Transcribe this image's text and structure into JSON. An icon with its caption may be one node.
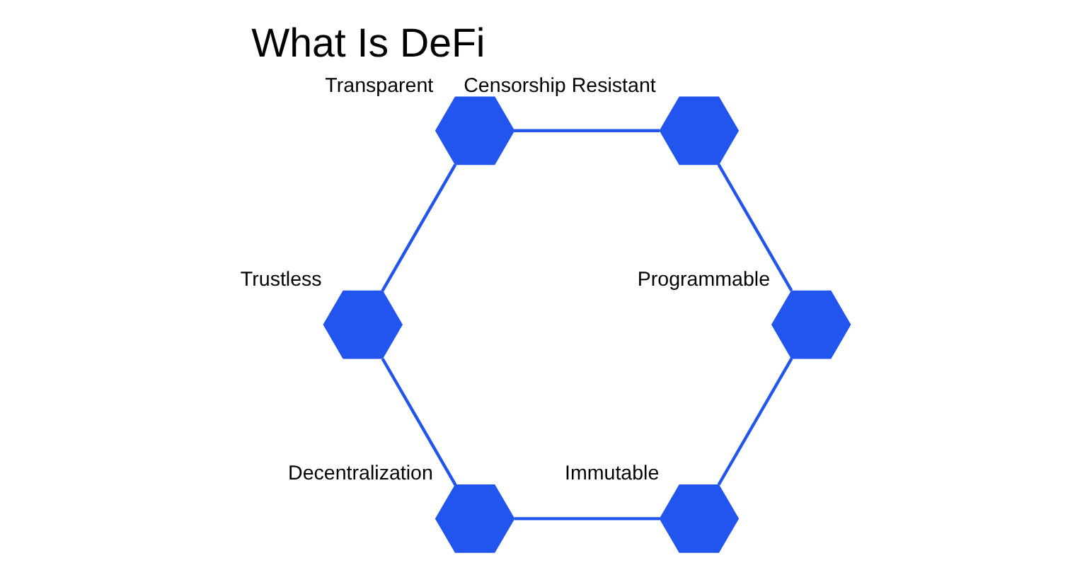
{
  "diagram": {
    "title": "What Is DeFi",
    "nodes": [
      {
        "text": [],
        "shape": "hexagon",
        "beside": [
          "Immutable"
        ]
      },
      {
        "text": [],
        "shape": "hexagon",
        "beside": [
          "Decentralization"
        ]
      },
      {
        "text": [],
        "shape": "hexagon",
        "beside": [
          "Trustless"
        ]
      },
      {
        "text": [],
        "shape": "hexagon",
        "beside": [
          "Transparent"
        ]
      },
      {
        "text": [],
        "shape": "hexagon",
        "beside": [
          "Censorship Resistant"
        ]
      },
      {
        "text": [],
        "shape": "hexagon",
        "beside": [
          "Programmable"
        ]
      }
    ],
    "edges": [
      {
        "from": 0,
        "to": 1,
        "arrow": "none"
      },
      {
        "from": 1,
        "to": 2,
        "arrow": "none"
      },
      {
        "from": 2,
        "to": 3,
        "arrow": "none"
      },
      {
        "from": 3,
        "to": 4,
        "arrow": "none"
      },
      {
        "from": 4,
        "to": 5,
        "arrow": "none"
      },
      {
        "from": 5,
        "to": 0,
        "arrow": "none"
      }
    ]
  }
}
